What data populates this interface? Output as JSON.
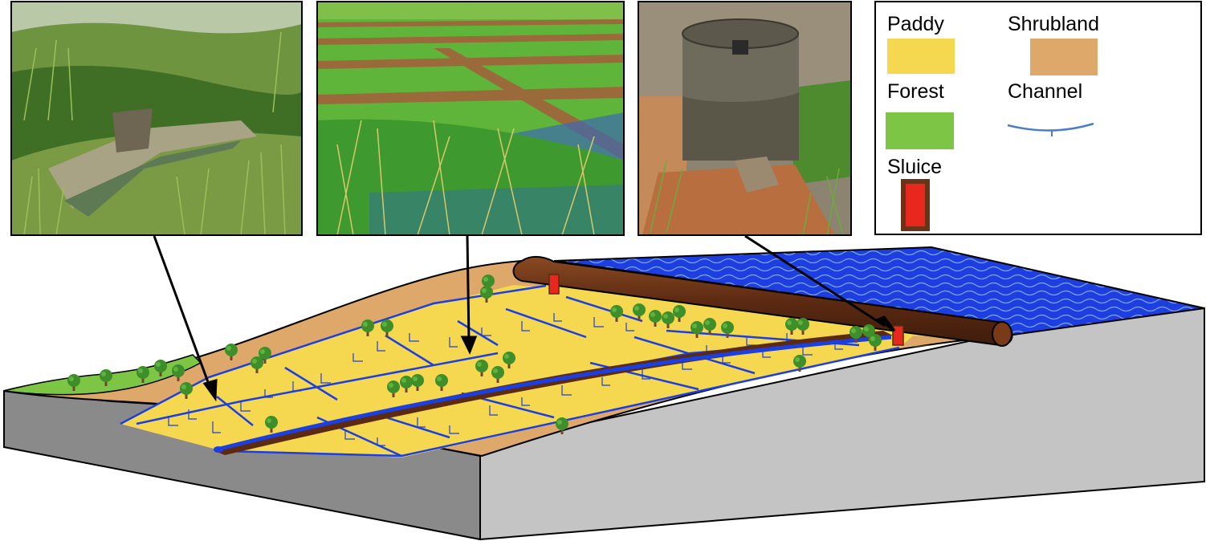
{
  "legend": {
    "items": [
      {
        "key": "paddy",
        "label": "Paddy",
        "color": "#F5D84F"
      },
      {
        "key": "shrubland",
        "label": "Shrubland",
        "color": "#DFA86B"
      },
      {
        "key": "forest",
        "label": "Forest",
        "color": "#7CC545"
      },
      {
        "key": "channel",
        "label": "Channel",
        "color": "#4A7FC8"
      },
      {
        "key": "sluice",
        "label": "Sluice",
        "color": "#E8281E"
      }
    ]
  },
  "photos": [
    {
      "name": "photo-irrigation-channel",
      "icon": "channel-photo"
    },
    {
      "name": "photo-paddy-field",
      "icon": "paddy-photo"
    },
    {
      "name": "photo-sluice-tower",
      "icon": "sluice-photo"
    }
  ],
  "colors": {
    "water": "#1E3FE0",
    "bund": "#6B3318",
    "ground_front": "#8A8A8A",
    "ground_side": "#C4C4C4",
    "tree": "#3E8E2A"
  }
}
